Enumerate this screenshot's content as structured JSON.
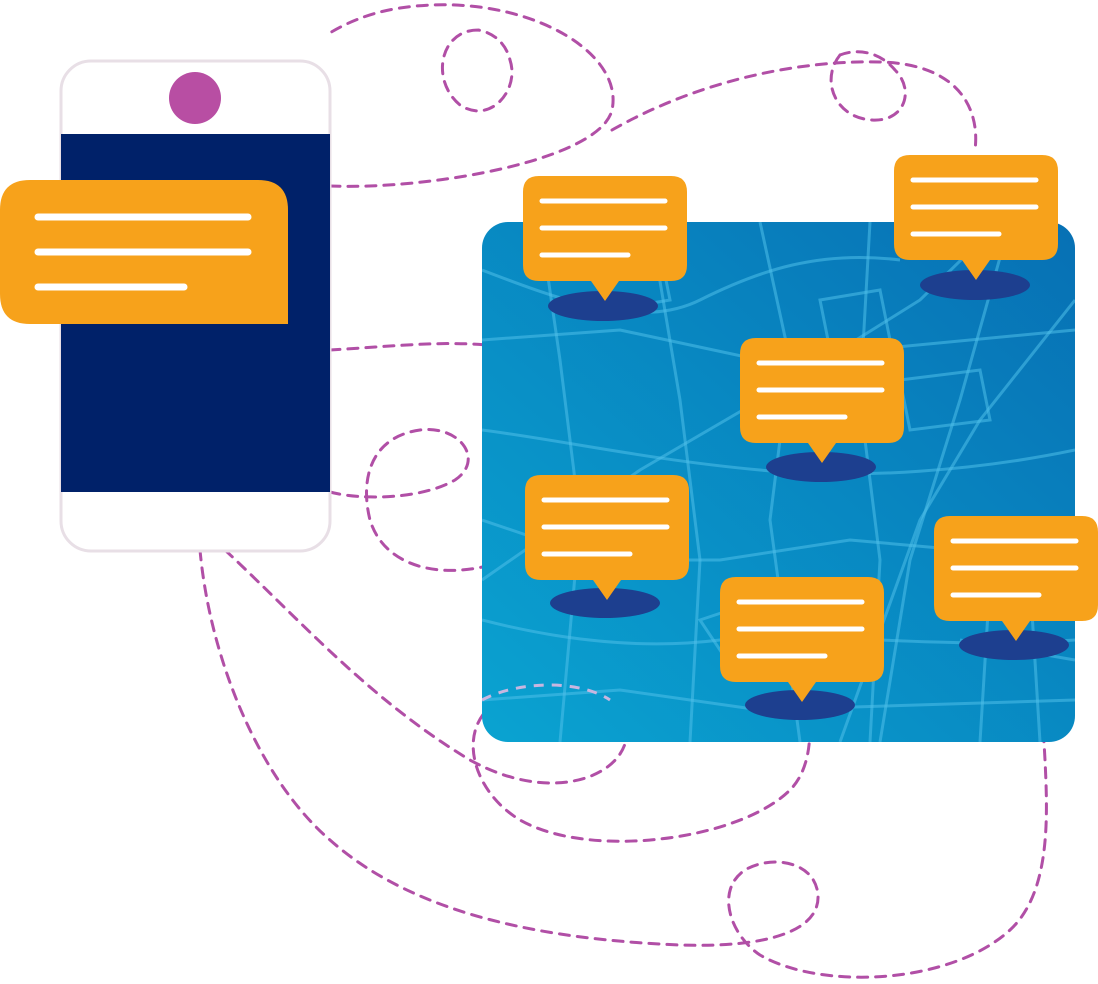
{
  "illustration": {
    "subject": "",
    "phone_message_lines": 3,
    "map_message_bubbles": 6,
    "lines_per_bubble": 3
  },
  "colors": {
    "background": "#ffffff",
    "phone_frame": "#ffffff",
    "phone_frame_border": "#e8dfe6",
    "phone_screen": "#002169",
    "phone_camera": "#b84ea3",
    "bubble_fill": "#f7a21b",
    "bubble_line": "#ffffff",
    "map_light": "#0aa3d1",
    "map_dark": "#0770b4",
    "map_streets": "#4fc0ea",
    "pin_shadow": "#1d3f8f",
    "dashed_path": "#b14fa6"
  }
}
